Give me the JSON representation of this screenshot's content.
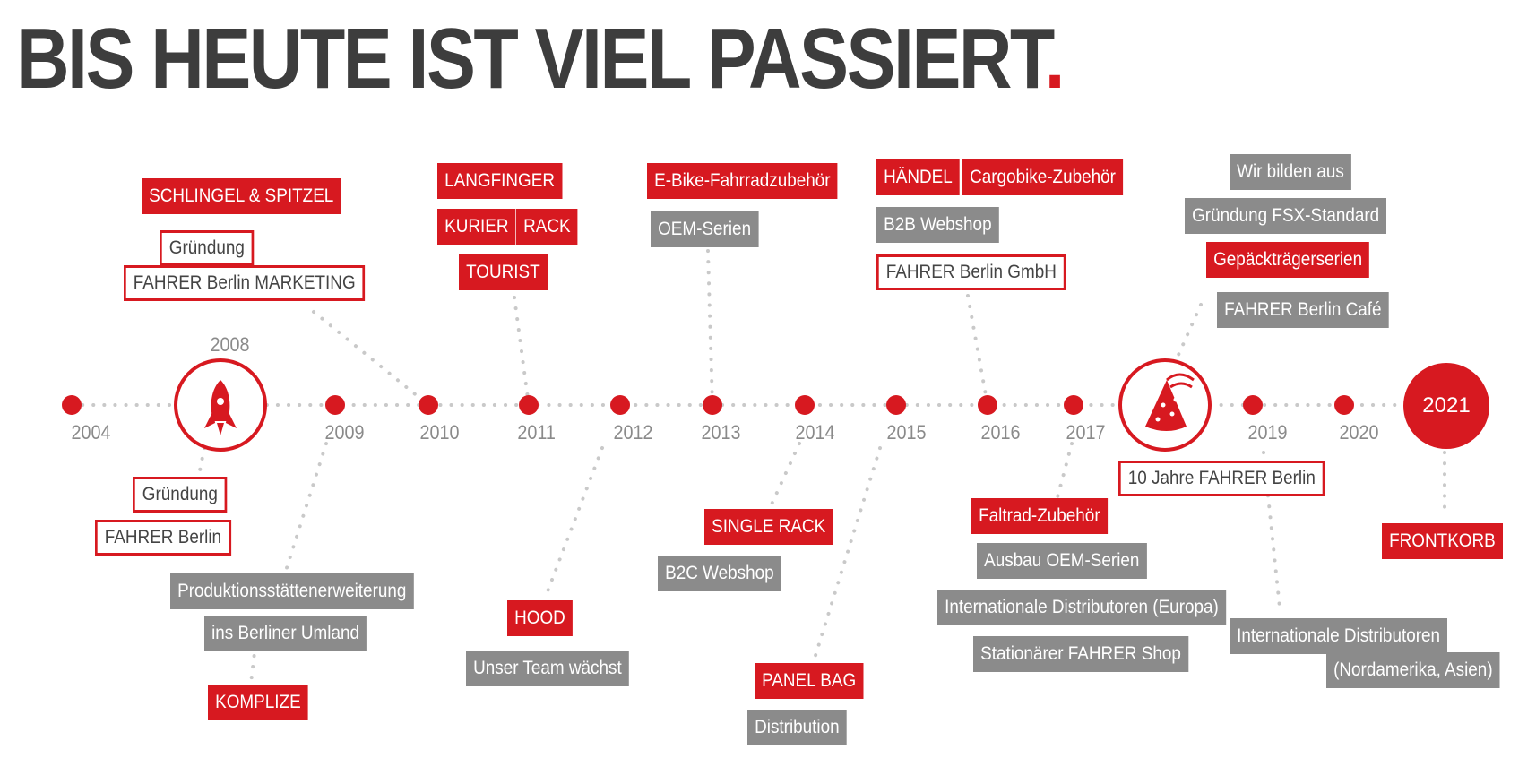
{
  "title": "BIS HEUTE IST VIEL PASSIERT",
  "title_dot": ".",
  "colors": {
    "red": "#d71920",
    "grey": "#8b8b8b",
    "dark": "#3d3d3d",
    "year_grey": "#8a8a8a"
  },
  "years": {
    "y2004": "2004",
    "y2008": "2008",
    "y2009": "2009",
    "y2010": "2010",
    "y2011": "2011",
    "y2012": "2012",
    "y2013": "2013",
    "y2014": "2014",
    "y2015": "2015",
    "y2016": "2016",
    "y2017": "2017",
    "y2019": "2019",
    "y2020": "2020",
    "y2021": "2021"
  },
  "icons": {
    "y2008": "rocket-icon",
    "y2018": "party-hat-icon"
  },
  "events": {
    "e2008": {
      "grundung": "Gründung",
      "name": "FAHRER Berlin"
    },
    "e2009": {
      "prod1": "Produktionsstättenerweiterung",
      "prod2": "ins Berliner Umland",
      "komplize": "KOMPLIZE"
    },
    "e2010": {
      "schlingel": "SCHLINGEL & SPITZEL",
      "grundung": "Gründung",
      "marketing": "FAHRER Berlin MARKETING"
    },
    "e2011": {
      "langfinger": "LANGFINGER",
      "kurier": "KURIER",
      "rack": "RACK",
      "tourist": "TOURIST"
    },
    "e2012": {
      "hood": "HOOD",
      "team": "Unser Team wächst"
    },
    "e2013": {
      "ebike": "E-Bike-Fahrradzubehör",
      "oem": "OEM-Serien"
    },
    "e2014": {
      "single_rack": "SINGLE RACK",
      "b2c": "B2C Webshop"
    },
    "e2015": {
      "panel_bag": "PANEL BAG",
      "distribution": "Distribution"
    },
    "e2016": {
      "handel": "HÄNDEL",
      "cargobike": "Cargobike-Zubehör",
      "b2b": "B2B Webshop",
      "gmbh": "FAHRER Berlin GmbH"
    },
    "e2017": {
      "faltrad": "Faltrad-Zubehör",
      "ausbau": "Ausbau OEM-Serien",
      "intl_eu": "Internationale Distributoren (Europa)",
      "shop": "Stationärer FAHRER Shop"
    },
    "e2018": {
      "ten_years": "10 Jahre FAHRER Berlin",
      "ausbilden": "Wir bilden aus",
      "fsx": "Gründung FSX-Standard",
      "gepack": "Gepäckträgerserien",
      "cafe": "FAHRER Berlin Café"
    },
    "e2019": {
      "intl1": "Internationale Distributoren",
      "intl2": "(Nordamerika, Asien)"
    },
    "e2021": {
      "frontkorb": "FRONTKORB"
    }
  }
}
